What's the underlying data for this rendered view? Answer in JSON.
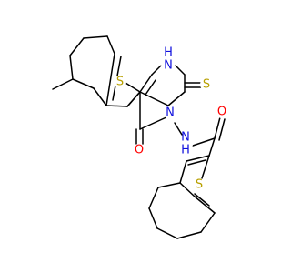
{
  "molecule": {
    "atom_labels": {
      "s_ring_left": "S",
      "nh_ring": "H",
      "nh_ring_n": "N",
      "s_thione": "S",
      "n_ring_3": "N",
      "o_ketone": "O",
      "nh_amide_n": "N",
      "nh_amide_h": "H",
      "o_amide": "O",
      "s_ring_right": "S"
    },
    "colors": {
      "bond": "#000000",
      "sulfur": "#b8a000",
      "nitrogen": "#1010dd",
      "oxygen": "#ff0000"
    }
  }
}
